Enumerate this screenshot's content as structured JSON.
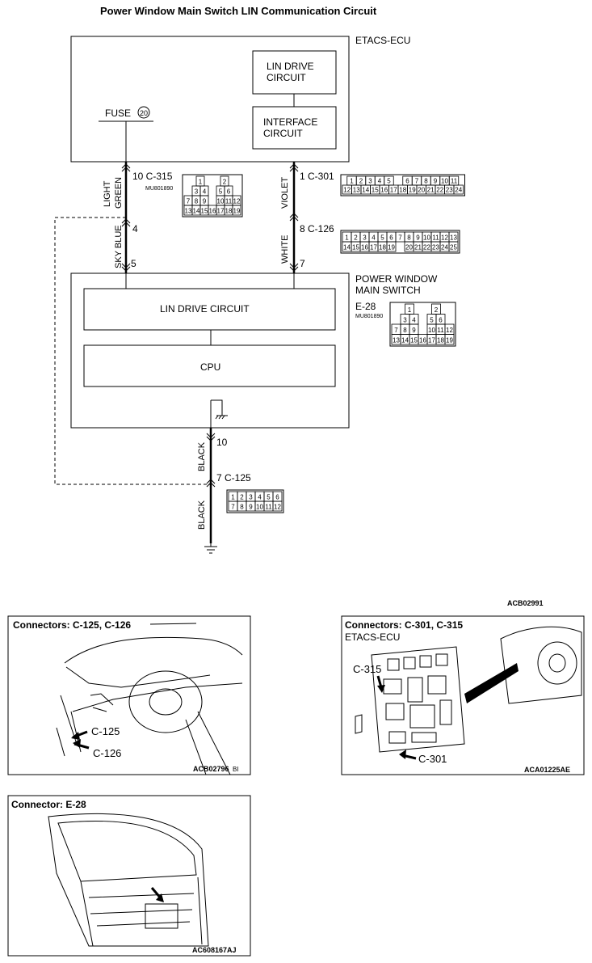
{
  "title": "Power Window Main Switch LIN Communication Circuit",
  "etacs": {
    "label": "ETACS-ECU",
    "lin_drive_l1": "LIN DRIVE",
    "lin_drive_l2": "CIRCUIT",
    "interface_l1": "INTERFACE",
    "interface_l2": "CIRCUIT",
    "fuse_label": "FUSE",
    "fuse_num": "20"
  },
  "switch": {
    "label_l1": "POWER WINDOW",
    "label_l2": "MAIN SWITCH",
    "lin_drive": "LIN DRIVE CIRCUIT",
    "cpu": "CPU"
  },
  "wires": {
    "light": "LIGHT",
    "green": "GREEN",
    "sky_blue": "SKY BLUE",
    "violet": "VIOLET",
    "white": "WHITE",
    "black_upper": "BLACK",
    "black_lower": "BLACK"
  },
  "pins": {
    "c315": "10  C-315",
    "c301": "1  C-301",
    "c126": "8  C-126",
    "p4": "4",
    "p5": "5",
    "p7": "7",
    "p10": "10",
    "c125": "7  C-125",
    "e28": "E-28"
  },
  "part_numbers": {
    "c315": "MU801890",
    "e28": "MU801890"
  },
  "connector_grids": {
    "c315": [
      [
        "1",
        "",
        "",
        "2"
      ],
      [
        "3",
        "4",
        "",
        "5",
        "6"
      ],
      [
        "7",
        "8",
        "9",
        "",
        "10",
        "11",
        "12"
      ],
      [
        "13",
        "14",
        "15",
        "16",
        "17",
        "18",
        "19"
      ]
    ],
    "c301": [
      [
        "1",
        "2",
        "3",
        "4",
        "5",
        "",
        "6",
        "7",
        "8",
        "9",
        "10",
        "11"
      ],
      [
        "12",
        "13",
        "14",
        "15",
        "16",
        "17",
        "18",
        "19",
        "20",
        "21",
        "22",
        "23",
        "24"
      ]
    ],
    "c126": [
      [
        "1",
        "2",
        "3",
        "4",
        "5",
        "6",
        "7",
        "8",
        "9",
        "10",
        "11",
        "12",
        "13"
      ],
      [
        "14",
        "15",
        "16",
        "17",
        "18",
        "19",
        "",
        "20",
        "21",
        "22",
        "23",
        "24",
        "25"
      ]
    ],
    "e28": [
      [
        "1",
        "",
        "",
        "2"
      ],
      [
        "3",
        "4",
        "",
        "5",
        "6"
      ],
      [
        "7",
        "8",
        "9",
        "",
        "10",
        "11",
        "12"
      ],
      [
        "13",
        "14",
        "15",
        "16",
        "17",
        "18",
        "19"
      ]
    ],
    "c125": [
      [
        "1",
        "2",
        "3",
        "4",
        "5",
        "6"
      ],
      [
        "7",
        "8",
        "9",
        "10",
        "11",
        "12"
      ]
    ]
  },
  "codes": {
    "main": "ACB02991",
    "panel1": "ACB02796",
    "panel1_suffix": "BI",
    "panel2": "ACA01225AE",
    "panel3": "AC608167AJ"
  },
  "panels": {
    "p1_title": "Connectors: C-125, C-126",
    "p1_c125": "C-125",
    "p1_c126": "C-126",
    "p2_title": "Connectors: C-301, C-315",
    "p2_sub": "ETACS-ECU",
    "p2_c315": "C-315",
    "p2_c301": "C-301",
    "p3_title": "Connector: E-28"
  }
}
